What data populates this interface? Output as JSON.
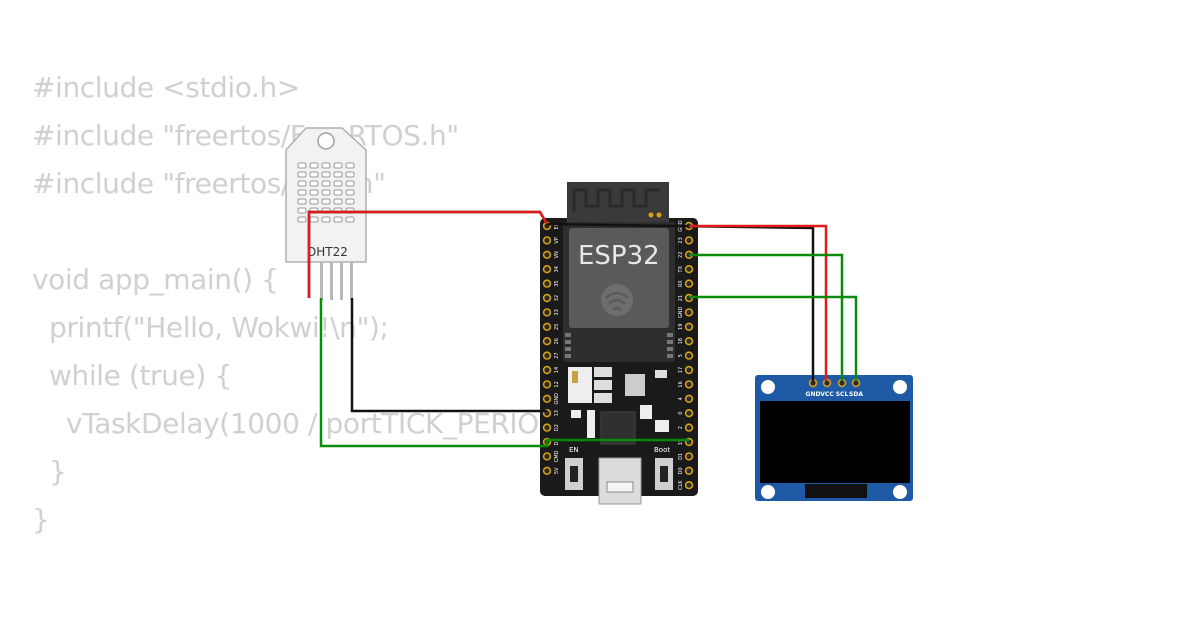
{
  "code": {
    "lines": [
      "#include <stdio.h>",
      "#include \"freertos/FreeRTOS.h\"",
      "#include \"freertos/task.h\"",
      "",
      "void app_main() {",
      "  printf(\"Hello, Wokwi!\\n\");",
      "  while (true) {",
      "    vTaskDelay(1000 / portTICK_PERIOD_MS);",
      "  }",
      "}"
    ]
  },
  "dht": {
    "label": "DHT22"
  },
  "esp32": {
    "label": "ESP32",
    "left_pins": [
      "EN",
      "VP",
      "VN",
      "34",
      "35",
      "32",
      "33",
      "25",
      "26",
      "27",
      "14",
      "12",
      "GND",
      "13",
      "D2",
      "D3",
      "CMD",
      "5V"
    ],
    "right_pins": [
      "GND",
      "23",
      "22",
      "TX",
      "RX",
      "21",
      "GND",
      "19",
      "18",
      "5",
      "17",
      "16",
      "4",
      "0",
      "2",
      "15",
      "D1",
      "D0",
      "CLK"
    ],
    "en_label": "EN",
    "boot_label": "Boot"
  },
  "oled": {
    "pins": [
      "GND",
      "VCC",
      "SCL",
      "SDA"
    ]
  },
  "colors": {
    "wire_red": "#e01b1b",
    "wire_green": "#0a8a0a",
    "wire_black": "#111111",
    "board": "#1a1a1a",
    "oled_pcb": "#1f5aa6",
    "code_text": "#d0d0d0"
  }
}
